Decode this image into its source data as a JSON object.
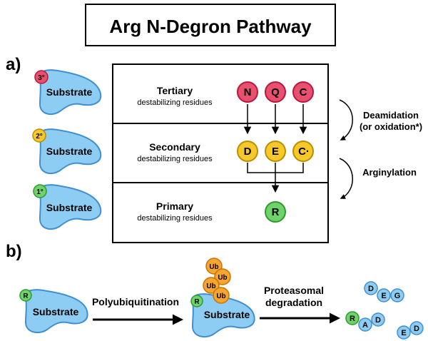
{
  "title": "Arg N-Degron Pathway",
  "panel_a": {
    "label": "a)",
    "substrates": [
      {
        "badge": "3°",
        "text": "Substrate",
        "color": "#e8506f"
      },
      {
        "badge": "2°",
        "text": "Substrate",
        "color": "#f7c82a"
      },
      {
        "badge": "1°",
        "text": "Substrate",
        "color": "#6fd36b"
      }
    ],
    "rows": [
      {
        "title": "Tertiary",
        "subtitle": "destabilizing residues"
      },
      {
        "title": "Secondary",
        "subtitle": "destabilizing residues"
      },
      {
        "title": "Primary",
        "subtitle": "destabilizing residues"
      }
    ],
    "tertiary_residues": [
      "N",
      "Q",
      "C"
    ],
    "secondary_residues": [
      "D",
      "E",
      "C·"
    ],
    "primary_residues": [
      "R"
    ],
    "side_steps": [
      {
        "line1": "Deamidation",
        "line2": "(or oxidation*)"
      },
      {
        "line1": "Arginylation",
        "line2": ""
      }
    ]
  },
  "panel_b": {
    "label": "b)",
    "substrate_text": "Substrate",
    "n_terminal_residue": "R",
    "step1": "Polyubiquitination",
    "ubiquitin_label": "Ub",
    "ubiquitin_count": 4,
    "step2_line1": "Proteasomal",
    "step2_line2": "degradation",
    "fragments": [
      "D",
      "E",
      "G",
      "R",
      "A",
      "D",
      "E",
      "D"
    ]
  },
  "colors": {
    "tertiary": "#e8506f",
    "tertiary_stroke": "#b8183e",
    "secondary": "#f7c82a",
    "secondary_stroke": "#b88f00",
    "primary": "#6fd36b",
    "primary_stroke": "#2f9a2b",
    "substrate_fill": "#8ecdf3",
    "substrate_stroke": "#3f8fd0",
    "ubiquitin": "#f7a531",
    "ubiquitin_stroke": "#c87400",
    "peptide": "#8ecdf3"
  }
}
